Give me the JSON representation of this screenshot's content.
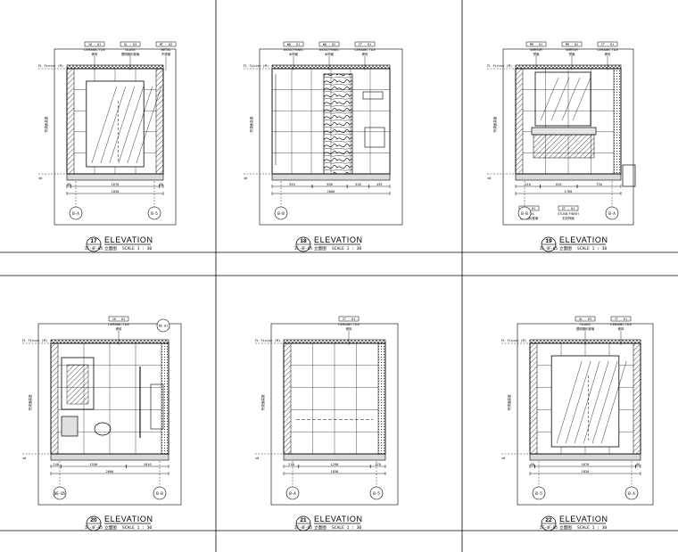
{
  "sheet": {
    "panels": [
      {
        "number": "17",
        "ref": "IF-4F-05",
        "title": "ELEVATION",
        "subtitle": "立面图",
        "scale": "SCALE 1 : 30",
        "tags": [
          {
            "code": "10 · 01",
            "name": "CERAMIC TILE",
            "cn": "瓷砖"
          },
          {
            "code": "GL · 03",
            "name": "GLASS",
            "cn": "透明钢化玻璃"
          },
          {
            "code": "MT · 02",
            "name": "METAL",
            "cn": "不锈钢"
          }
        ],
        "gridMarks": [
          "B-A",
          "B-5"
        ],
        "sideLabel": "完成面高度",
        "levels": [
          "FL Finish (M)",
          "±0"
        ],
        "dimTotal": "1830",
        "dimParts": [
          "80",
          "1670",
          "80"
        ]
      },
      {
        "number": "18",
        "ref": "IF-4F-05",
        "title": "ELEVATION",
        "subtitle": "立面图",
        "scale": "SCALE 1 : 30",
        "tags": [
          {
            "code": "WD · 01",
            "name": "WOOD PANEL",
            "cn": "木饰面"
          },
          {
            "code": "WD · 02",
            "name": "WOOD PANEL",
            "cn": "木饰面"
          },
          {
            "code": "CT · 01",
            "name": "CERAMIC TILE",
            "cn": "瓷砖"
          }
        ],
        "gridMarks": [
          "B-B"
        ],
        "sideLabel": "完成面高度",
        "levels": [
          "FL Finish (M)",
          "±0"
        ],
        "dimTotal": "2800",
        "dimParts": [
          "955",
          "830",
          "520",
          "495"
        ]
      },
      {
        "number": "19",
        "ref": "IF-4F-05",
        "title": "ELEVATION",
        "subtitle": "立面图",
        "scale": "SCALE 1 : 30",
        "tags": [
          {
            "code": "MR · 01",
            "name": "MIRROR",
            "cn": "镜面"
          },
          {
            "code": "MR · 02",
            "name": "MIRROR",
            "cn": "镜面"
          },
          {
            "code": "CT · 01",
            "name": "CERAMIC TILE",
            "cn": "瓷砖"
          }
        ],
        "bottomTags": [
          {
            "code": "GL · 01",
            "name": "GLASS",
            "cn": "透明钢化玻璃"
          },
          {
            "code": "ST · 01",
            "name": "STONE FINISH",
            "cn": "石材饰面"
          }
        ],
        "gridMarks": [
          "B-B",
          "B-A"
        ],
        "sideLabel": "完成面高度",
        "levels": [
          "FL Finish (M)",
          "±0"
        ],
        "dimTotal": "1760",
        "dimParts": [
          "410",
          "620",
          "730"
        ]
      },
      {
        "number": "20",
        "ref": "IF-4F-05",
        "title": "ELEVATION",
        "subtitle": "立面图",
        "scale": "SCALE 1 : 30",
        "tags": [
          {
            "code": "10 · 01",
            "name": "CERAMIC TILE",
            "cn": "瓷砖"
          }
        ],
        "gridMarks": [
          "DE-05",
          "B-B"
        ],
        "topRef": "DE-01",
        "sideLabel": "完成面高度",
        "levels": [
          "FL Finish (M)",
          "±0"
        ],
        "dimTotal": "2800",
        "dimParts": [
          "240",
          "1550",
          "1010"
        ]
      },
      {
        "number": "21",
        "ref": "IF-4F-05",
        "title": "ELEVATION",
        "subtitle": "立面图",
        "scale": "SCALE 1 : 30",
        "tags": [
          {
            "code": "CT · 01",
            "name": "CERAMIC TILE",
            "cn": "瓷砖"
          }
        ],
        "gridMarks": [
          "B-A",
          "B-5"
        ],
        "sideLabel": "完成面高度",
        "levels": [
          "FL Finish (M)",
          "±0"
        ],
        "dimTotal": "1830",
        "dimParts": [
          "270",
          "1290",
          "270"
        ]
      },
      {
        "number": "22",
        "ref": "IF-4F-05",
        "title": "ELEVATION",
        "subtitle": "立面图",
        "scale": "SCALE 1 : 30",
        "tags": [
          {
            "code": "GL · 03",
            "name": "GLASS",
            "cn": "透明钢化玻璃"
          },
          {
            "code": "CT · 01",
            "name": "CERAMIC TILE",
            "cn": "瓷砖"
          }
        ],
        "gridMarks": [
          "B-5",
          "B-A"
        ],
        "sideLabel": "完成面高度",
        "levels": [
          "FL Finish (M)",
          "±0"
        ],
        "dimTotal": "1830",
        "dimParts": [
          "80",
          "1670",
          "80"
        ]
      }
    ]
  }
}
